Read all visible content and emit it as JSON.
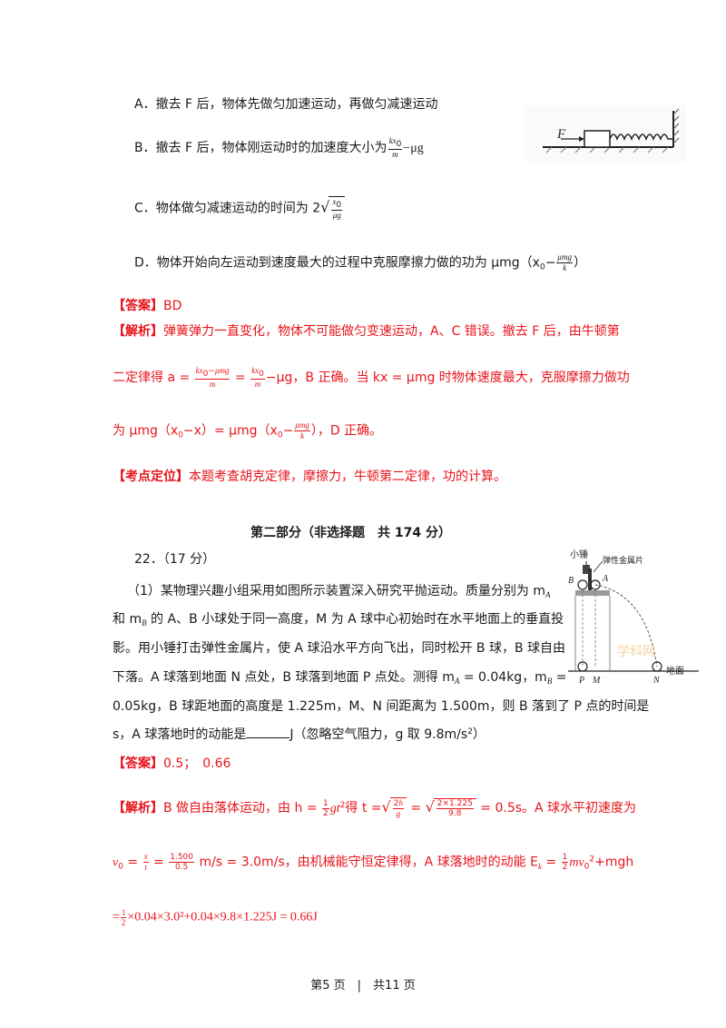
{
  "options": {
    "a": "A．撤去 F 后，物体先做匀加速运动，再做匀减速运动",
    "b_pre": "B．撤去 F 后，物体刚运动时的加速度大小为",
    "b_post": "−μg",
    "c_pre": "C．物体做匀减速运动的时间为 2",
    "d_pre": "D．物体开始向左运动到速度最大的过程中克服摩擦力做的功为 μmg（x",
    "d_post": "）"
  },
  "answer1": {
    "label": "【答案】",
    "value": "BD"
  },
  "analysis1": {
    "label": "【解析】",
    "line1": "弹簧弹力一直变化，物体不可能做匀变速运动，A、C 错误。撤去 F 后，由牛顿第",
    "line2_pre": "二定律得 a =",
    "line2_mid": "−μg，B 正确。当 kx = μmg 时物体速度最大，克服摩擦力做功",
    "line3_pre": "为 μmg（x",
    "line3_mid": "−x）= μmg（x",
    "line3_post": "），D 正确。"
  },
  "kaodian1": {
    "label": "【考点定位】",
    "text": "本题考查胡克定律，摩擦力，牛顿第二定律，功的计算。"
  },
  "section_title": "第二部分（非选择题　共 174 分）",
  "q22": {
    "header": "22．（17 分）",
    "p1": "（1）某物理兴趣小组采用如图所示装置深入研究平抛运动。质量分别为 m",
    "p2": "和 m",
    "p2b": " 的 A、B 小球处于同一高度，M 为 A 球中心初始时在水平地面上的垂直投",
    "p3": "影。用小锤打击弹性金属片，使 A 球沿水平方向飞出，同时松开 B 球，B 球自由",
    "p4": "下落。A 球落到地面 N 点处，B 球落到地面 P 点处。测得 m",
    "p4b": " = 0.04kg，m",
    "p4c": " =",
    "p5": "0.05kg，B 球距地面的高度是 1.225m，M、N 间距离为 1.500m，则 B 落到了 P 点的时间是",
    "p6_pre": "s，A 球落地时的动能是",
    "p6_post": "J（忽略空气阻力，g 取 9.8m/s",
    "p6_end": "）"
  },
  "answer2": {
    "label": "【答案】",
    "value": "0.5；　0.66"
  },
  "analysis2": {
    "label": "【解析】",
    "line1_pre": "B 做自由落体运动，由 h =",
    "line1_mid": "得 t =",
    "line1_post": "= 0.5s。A 球水平初速度为",
    "line2_pre": "v",
    "line2_mid": "m/s = 3.0m/s，由机械能守恒定律得，A 球落地时的动能 E",
    "line2_end": "+mgh",
    "line3": "×0.04×3.0²+0.04×9.8×1.225J = 0.66J"
  },
  "figure1": {
    "force_label": "F"
  },
  "figure2": {
    "hammer_label": "小锤",
    "plate_label": "弹性金属片",
    "label_b": "B",
    "label_a": "A",
    "label_p": "P",
    "label_m": "M",
    "label_n": "N",
    "ground_label": "地面",
    "watermark": "学科网"
  },
  "footer": "第5 页　|　共11 页"
}
